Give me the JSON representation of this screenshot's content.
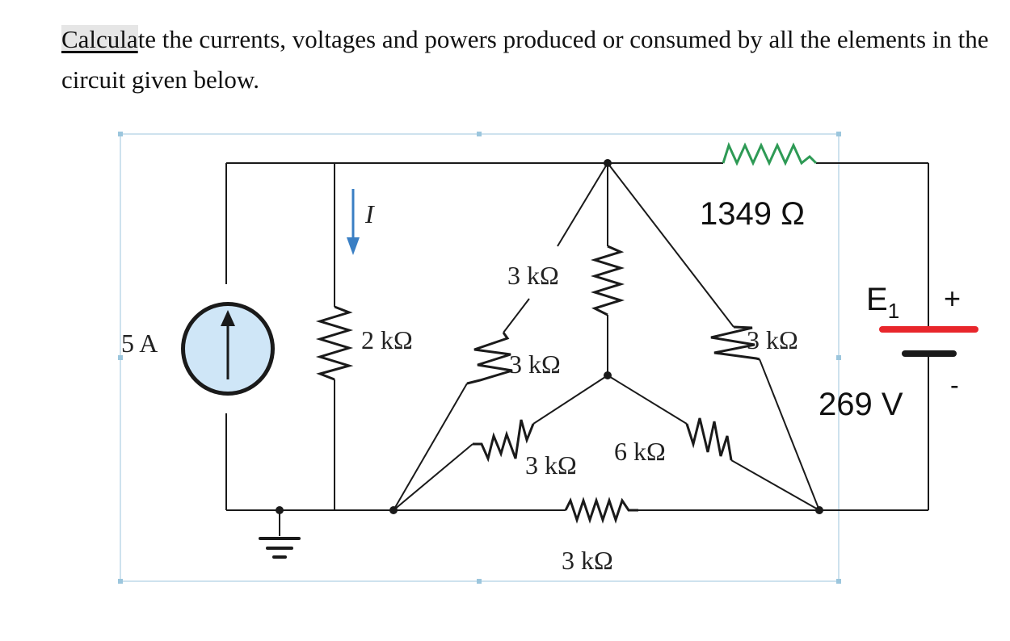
{
  "problem": {
    "text_highlight": "Calcula",
    "text_rest": "te the currents, voltages and powers produced or consumed by all the elements in the circuit given below."
  },
  "circuit": {
    "current_source": {
      "label": "5 A"
    },
    "current_arrow": {
      "label": "I",
      "color": "#3a7fc4"
    },
    "resistors": {
      "r_left": "2 kΩ",
      "r_delta_left": "3 kΩ",
      "r_y_top": "3 kΩ",
      "r_y_left": "3 kΩ",
      "r_y_right": "6 kΩ",
      "r_delta_right": "3 kΩ",
      "r_delta_bottom": "3 kΩ",
      "r_top_green": "1349 Ω"
    },
    "battery": {
      "name": "E",
      "subscript": "1",
      "value": "269 V",
      "plus": "+",
      "minus": "-"
    },
    "colors": {
      "wire": "#1a1a1a",
      "source_fill": "#cfe6f7",
      "green_resistor": "#2e9a55",
      "battery_plate": "#e8262b",
      "frame": "#9cc6dd"
    }
  }
}
